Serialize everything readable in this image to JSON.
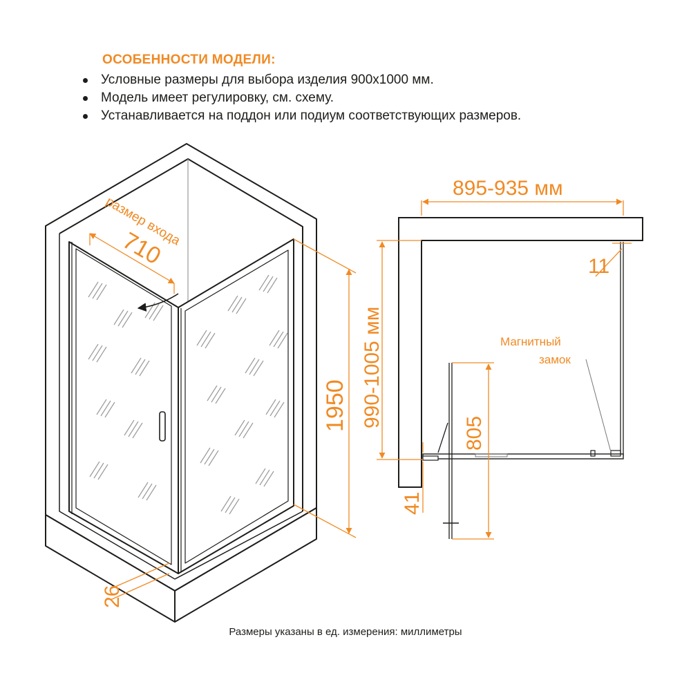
{
  "features": {
    "title": "ОСОБЕННОСТИ МОДЕЛИ:",
    "items": [
      "Условные размеры для выбора изделия 900х1000 мм.",
      "Модель имеет регулировку, см. схему.",
      "Устанавливается на поддон или подиум соответствующих размеров."
    ]
  },
  "dimensions": {
    "entrance_label": "размер входа",
    "entrance_value": "710",
    "height": "1950",
    "bottom": "26",
    "width_range": "895-935 мм",
    "depth_range": "990-1005 мм",
    "gap": "11",
    "door": "805",
    "offset": "41"
  },
  "annotations": {
    "magnetic_lock_line1": "Магнитный",
    "magnetic_lock_line2": "замок"
  },
  "footer": "Размеры указаны в ед. измерения: миллиметры",
  "colors": {
    "accent": "#f08a24",
    "line": "#1d1d1b"
  }
}
